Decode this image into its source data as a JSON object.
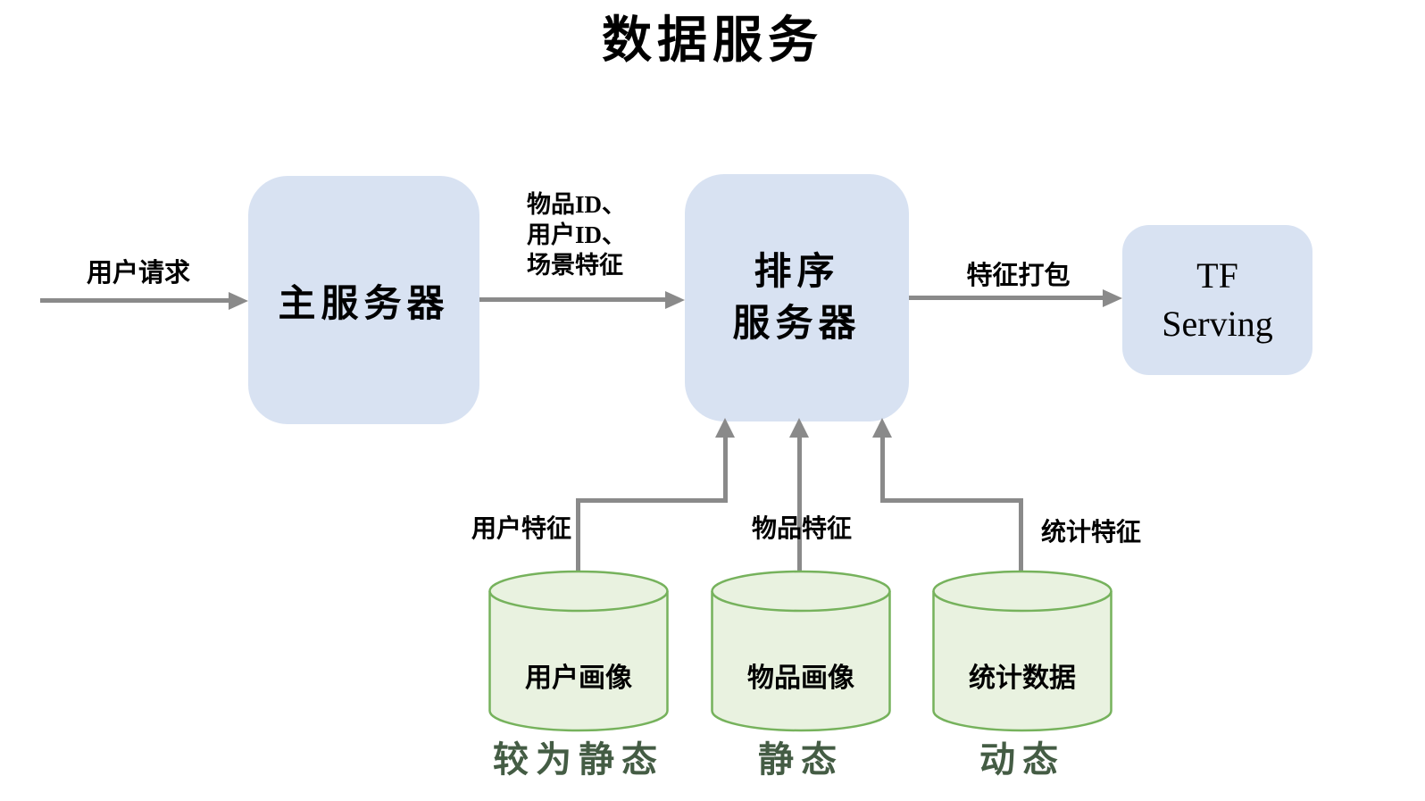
{
  "title": "数据服务",
  "nodes": {
    "main_server": "主服务器",
    "ranking_server_line1": "排序",
    "ranking_server_line2": "服务器",
    "tf_serving_line1": "TF",
    "tf_serving_line2": "Serving"
  },
  "edge_labels": {
    "user_request": "用户请求",
    "to_ranking_line1": "物品ID、",
    "to_ranking_line2": "用户ID、",
    "to_ranking_line3": "场景特征",
    "feature_packing": "特征打包",
    "user_features": "用户特征",
    "item_features": "物品特征",
    "stat_features": "统计特征"
  },
  "databases": [
    {
      "name": "用户画像",
      "caption": "较为静态"
    },
    {
      "name": "物品画像",
      "caption": "静态"
    },
    {
      "name": "统计数据",
      "caption": "动态"
    }
  ],
  "colors": {
    "node_fill": "#d8e2f2",
    "arrow": "#8a8a8a",
    "cylinder_fill": "#e9f2e0",
    "cylinder_stroke": "#76b25c",
    "caption_text": "#445c44",
    "label_text": "#000000",
    "background": "#ffffff"
  }
}
